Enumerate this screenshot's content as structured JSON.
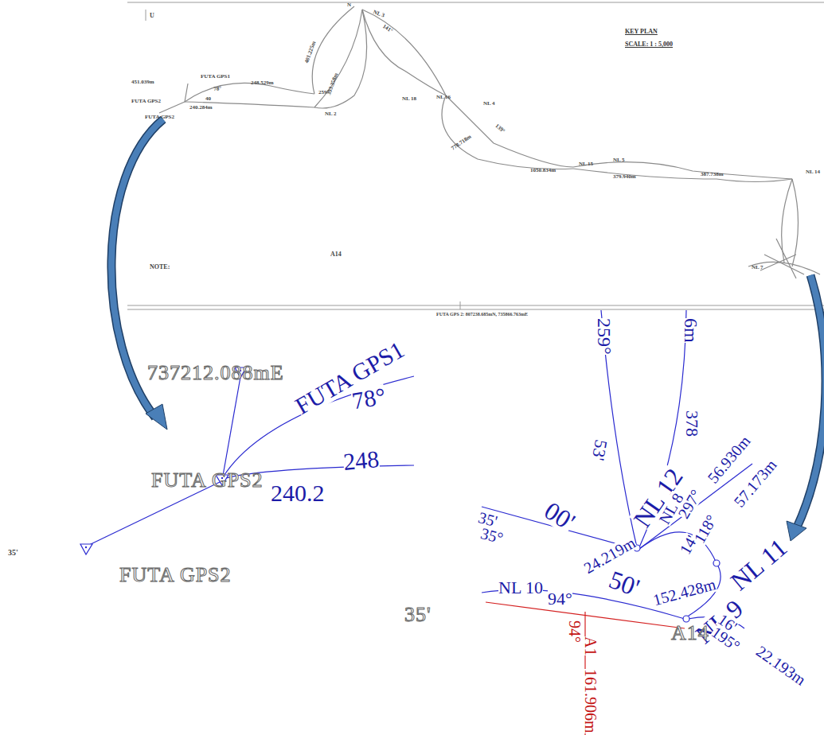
{
  "diagram": {
    "title": "KEY PLAN",
    "labels": [
      "SCALE: 1 : 5,000",
      "U",
      "N",
      "NL 3",
      "141°",
      "401.225m",
      "393.358m",
      "451.039m",
      "FUTA GPS2",
      "FUTA GPS2",
      "FUTA GPS1",
      "78°",
      "248.529m",
      "40",
      "240.284m",
      "259°",
      "NL 2",
      "NL 18",
      "NL 16",
      "NL 4",
      "139°",
      "778.718m",
      "1050.834m",
      "NL 15",
      "NL 5",
      "379.940m",
      "387.738m",
      "NL 14",
      "NL 7",
      "A14",
      "NOTE:",
      "FUTA GPS 2: 807238.685mN, 735866.763mE",
      "737212.088mE",
      "FUTA GPS2",
      "FUTA GPS2",
      "FUTA GPS1",
      "78°",
      "248",
      "240.2",
      "259°",
      "6m",
      "378",
      "53'",
      "00'",
      "NL 12",
      "NL 8",
      "297°",
      "56.930m",
      "14'",
      "118°",
      "57.173m",
      "35'",
      "35°",
      "24.219m",
      "50'",
      "NL 11",
      "NL 9",
      "NL 10",
      "94°",
      "152.428m",
      "16'",
      "195°",
      "22.193m",
      "35'",
      "A14",
      "A1",
      "94°",
      "161.906m",
      "35'"
    ]
  }
}
